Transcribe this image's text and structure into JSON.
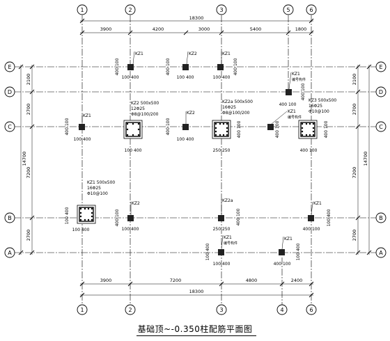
{
  "title": "基础顶~-0.350柱配筋平面图",
  "axes": {
    "vertical": [
      "1",
      "2",
      "3",
      "5",
      "6"
    ],
    "vertical_bottom": [
      "1",
      "2",
      "3",
      "4",
      "6"
    ],
    "horizontal": [
      "E",
      "D",
      "C",
      "B",
      "A"
    ]
  },
  "dims": {
    "top_total": "18300",
    "top_spans": [
      "3900",
      "4200",
      "3000",
      "5400",
      "1800"
    ],
    "bottom_total": "18300",
    "bottom_spans": [
      "3900",
      "7200",
      "4800",
      "2400"
    ],
    "side_total": "14700",
    "side_spans": [
      "2100",
      "2700",
      "7200",
      "2700"
    ]
  },
  "columns": {
    "kz1": "KZ1",
    "kz2": "KZ2",
    "kz2a": "KZ2a",
    "kz3": "KZ3",
    "offset_400_100": "400 100",
    "offset_100_400": "100 400",
    "offset_400_100v": "400 100",
    "offset_250_250": "250 250",
    "offset_400_100_c": "400 100",
    "note_small": "编号构件"
  },
  "details": {
    "kz2": {
      "name": "KZ2 500x500",
      "bars": "12Φ25",
      "stirrup": "Φ8@100/200"
    },
    "kz2a": {
      "name": "KZ2a 500x500",
      "bars": "16Φ25",
      "stirrup": "Φ8@100/200"
    },
    "kz3": {
      "name": "KZ3 500x500",
      "bars": "16Φ25",
      "stirrup": "Φ10@100"
    },
    "kz1": {
      "name": "KZ1 500x500",
      "bars": "16Φ25",
      "stirrup": "Φ10@100"
    }
  }
}
